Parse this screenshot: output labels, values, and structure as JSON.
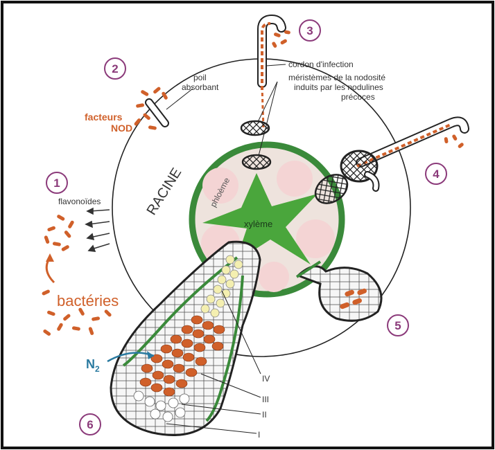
{
  "labels": {
    "step1": "1",
    "step2": "2",
    "step3": "3",
    "step4": "4",
    "step5": "5",
    "step6": "6",
    "flavonoides": "flavonoïdes",
    "bacteries": "bactéries",
    "facteurs": "facteurs",
    "nod": "NOD",
    "poil": "poil",
    "absorbant": "absorbant",
    "cordon": "cordon d'infection",
    "meristemes_1": "méristèmes de la nodosité",
    "meristemes_2": "induits par les nodulines",
    "meristemes_3": "précoces",
    "racine": "RACINE",
    "phloeme": "phloème",
    "xyleme": "xylème",
    "n2": "N",
    "n2_sub": "2",
    "zone_iv": "IV",
    "zone_iii": "III",
    "zone_ii": "II",
    "zone_i": "I"
  },
  "colors": {
    "bacteria": "#d0602a",
    "step_number": "#8b3a7a",
    "star": "#4aa63c",
    "ring": "#3a8a3a",
    "phloem": "#f4d4d4",
    "n2": "#2a7aa0",
    "frame": "#111111"
  }
}
